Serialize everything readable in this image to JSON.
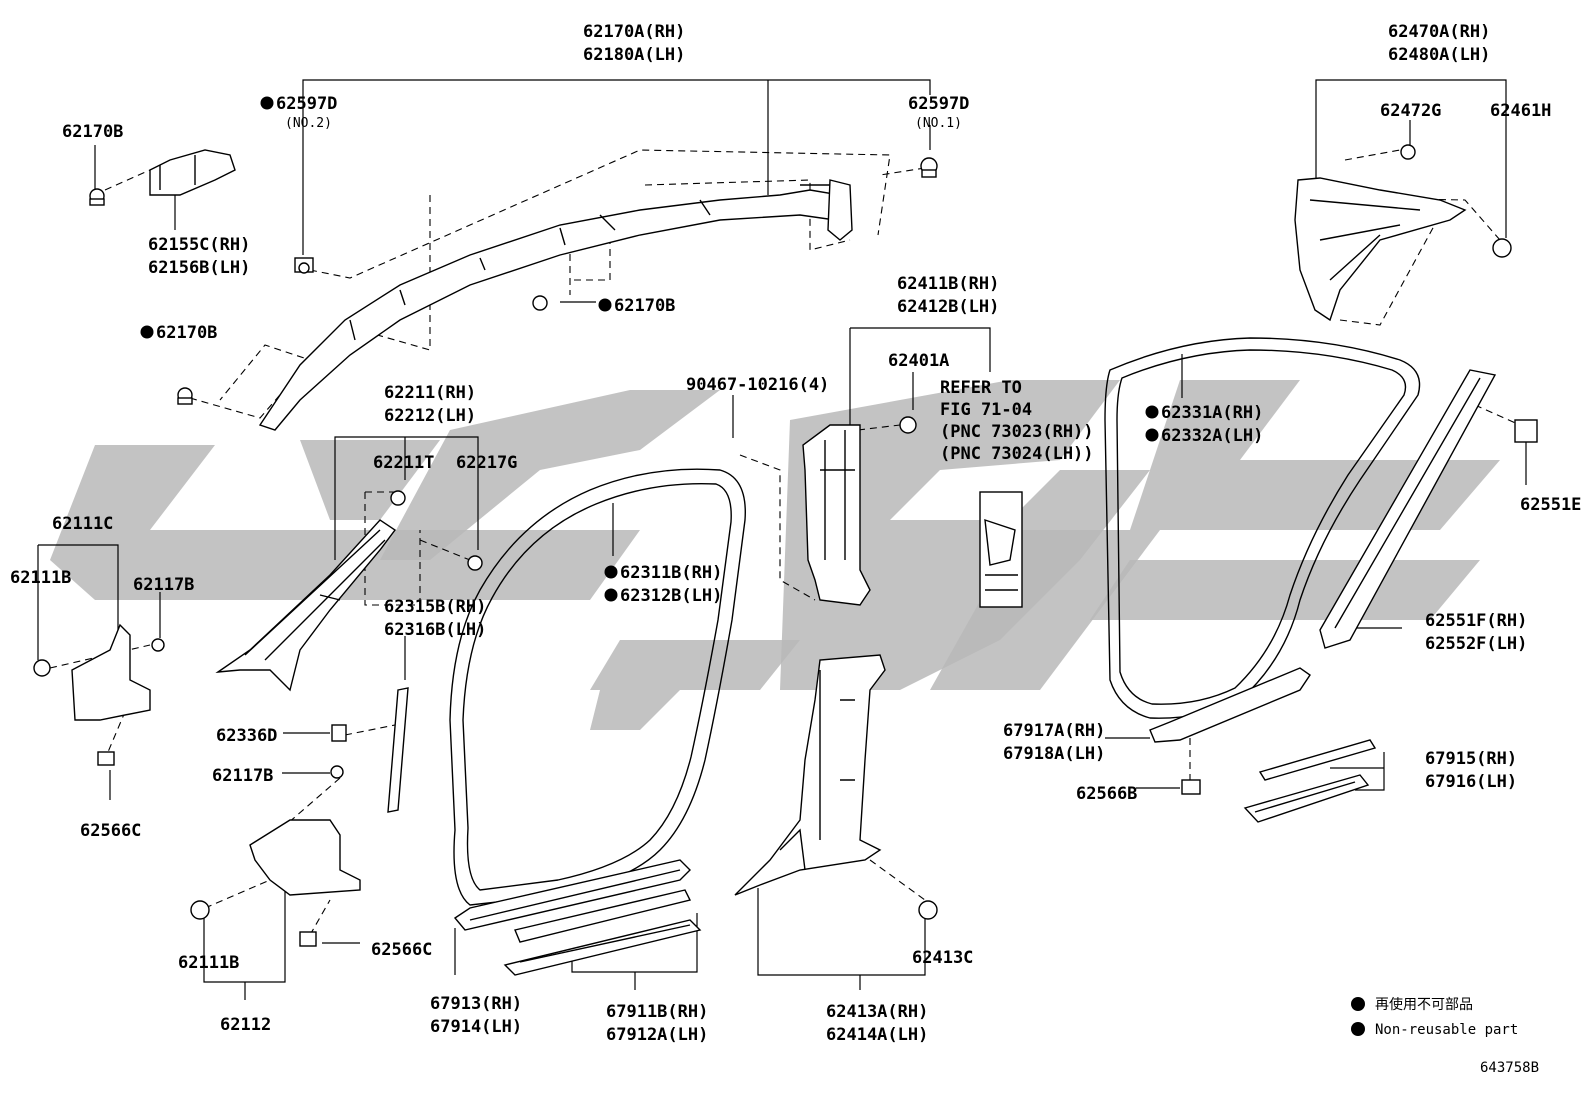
{
  "diagram": {
    "labels": {
      "p62170A_rh": "62170A(RH)",
      "p62180A_lh": "62180A(LH)",
      "p62597D_no2": "62597D",
      "no2": "(NO.2)",
      "p62597D_no1": "62597D",
      "no1": "(NO.1)",
      "p62170B_a": "62170B",
      "p62155C": "62155C(RH)",
      "p62156B": "62156B(LH)",
      "p62170B_b": "62170B",
      "p62170B_c": "62170B",
      "p62470A": "62470A(RH)",
      "p62480A": "62480A(LH)",
      "p62472G": "62472G",
      "p62461H": "62461H",
      "p62411B": "62411B(RH)",
      "p62412B": "62412B(LH)",
      "p62401A": "62401A",
      "refer1": "REFER TO",
      "refer2": "FIG 71-04",
      "refer3": "(PNC 73023(RH))",
      "refer4": "(PNC 73024(LH))",
      "p62331A": "62331A(RH)",
      "p62332A": "62332A(LH)",
      "p62551E": "62551E",
      "p90467": "90467-10216(4)",
      "p62211": "62211(RH)",
      "p62212": "62212(LH)",
      "p62211T": "62211T",
      "p62217G": "62217G",
      "p62111C": "62111C",
      "p62111B_a": "62111B",
      "p62117B_a": "62117B",
      "p62311B": "62311B(RH)",
      "p62312B": "62312B(LH)",
      "p62315B": "62315B(RH)",
      "p62316B": "62316B(LH)",
      "p62551F": "62551F(RH)",
      "p62552F": "62552F(LH)",
      "p62336D": "62336D",
      "p62117B_b": "62117B",
      "p67917A": "67917A(RH)",
      "p67918A": "67918A(LH)",
      "p67915": "67915(RH)",
      "p67916": "67916(LH)",
      "p62566C_a": "62566C",
      "p62566B": "62566B",
      "p62413C": "62413C",
      "p62111B_b": "62111B",
      "p62566C_b": "62566C",
      "p62112": "62112",
      "p67913": "67913(RH)",
      "p67914": "67914(LH)",
      "p67911B": "67911B(RH)",
      "p67912A": "67912A(LH)",
      "p62413A": "62413A(RH)",
      "p62414A": "62414A(LH)",
      "figure_no": "643758B"
    },
    "legend": {
      "jp": "再使用不可部品",
      "en": "Non-reusable part"
    }
  }
}
